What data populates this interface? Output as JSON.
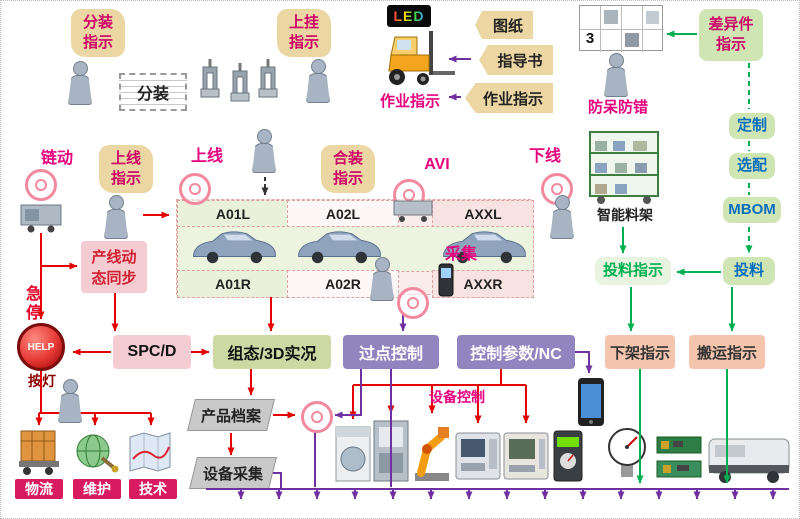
{
  "palette": {
    "magenta_text": "#e6007e",
    "beige_box": "#ecd7a4",
    "green_box": "#cfe6b4",
    "blue_text": "#0a6ebd",
    "green_text": "#00b050",
    "pink_box": "#f6ccd3",
    "purple_box": "#9184bf",
    "salmon_box": "#f5c4ad",
    "red_arrow": "#e60000",
    "purple_arrow": "#7030a0",
    "green_arrow": "#00b050"
  },
  "labels": {
    "subassembly_instruction": "分装指示",
    "subassembly": "分装",
    "hangup_instruction": "上挂指示",
    "led": "LED",
    "work_instruction_caption": "作业指示",
    "drawing": "图纸",
    "guidebook": "指导书",
    "work_instruction_card": "作业指示",
    "pokayoke": "防呆防错",
    "grid_count": "3",
    "diff_parts_instruction": "差异件指示",
    "customize": "定制",
    "optional_config": "选配",
    "mbom": "MBOM",
    "feeding_instruction": "投料指示",
    "feeding": "投料",
    "smart_rack": "智能料架",
    "chain_drive": "链动",
    "online_instruction": "上线指示",
    "online": "上线",
    "assembly_instruction": "合装指示",
    "avi": "AVI",
    "offline": "下线",
    "collect": "采集",
    "line_sync": "产线动态同步",
    "emergency_stop": "急停",
    "help": "HELP",
    "andon": "按灯",
    "spcd": "SPC/D",
    "scada_3d": "组态/3D实况",
    "point_control": "过点控制",
    "control_params_nc": "控制参数/NC",
    "unload_instruction": "下架指示",
    "transport_instruction": "搬运指示",
    "product_archive": "产品档案",
    "device_collect": "设备采集",
    "device_control": "设备控制",
    "logistics": "物流",
    "maintenance": "维护",
    "technology": "技术"
  },
  "line_cells": {
    "top": [
      "A01L",
      "A02L",
      "AXXL"
    ],
    "bottom": [
      "A01R",
      "A02R",
      "AXXR"
    ]
  }
}
